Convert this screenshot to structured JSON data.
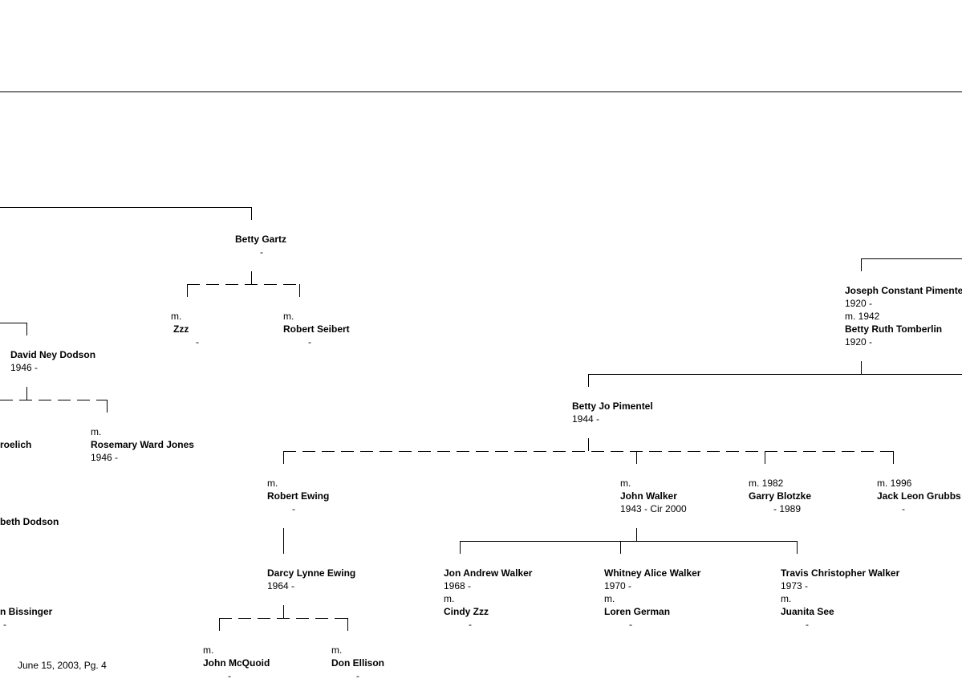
{
  "footer": {
    "date_page": "June 15, 2003, Pg. 4"
  },
  "persons": {
    "betty_gartz": {
      "name": "Betty Gartz",
      "dates": "-"
    },
    "zzz": {
      "marriage": "m.",
      "name": "Zzz",
      "dates": "-"
    },
    "robert_seibert": {
      "marriage": "m.",
      "name": "Robert Seibert",
      "dates": "-"
    },
    "david_ney_dodson": {
      "name": "David Ney Dodson",
      "dates": "1946 -"
    },
    "froelich": {
      "name": "roelich"
    },
    "rosemary": {
      "marriage": "m.",
      "name": "Rosemary Ward Jones",
      "dates": "1946 -"
    },
    "beth_dodson": {
      "name": "beth Dodson"
    },
    "bissinger": {
      "name": "n Bissinger",
      "dates": "-"
    },
    "joseph": {
      "name": "Joseph Constant Pimentel",
      "dates": "1920 -",
      "marriage": "m. 1942"
    },
    "betty_ruth": {
      "name": "Betty Ruth Tomberlin",
      "dates": "1920 -"
    },
    "betty_jo": {
      "name": "Betty Jo Pimentel",
      "dates": "1944 -"
    },
    "robert_ewing": {
      "marriage": "m.",
      "name": "Robert Ewing",
      "dates": "-"
    },
    "john_walker": {
      "marriage": "m.",
      "name": "John Walker",
      "dates": "1943 - Cir 2000"
    },
    "garry": {
      "marriage": "m. 1982",
      "name": "Garry Blotzke",
      "dates": "- 1989"
    },
    "jack": {
      "marriage": "m. 1996",
      "name": "Jack Leon Grubbs",
      "dates": "-"
    },
    "darcy": {
      "name": "Darcy Lynne Ewing",
      "dates": "1964 -"
    },
    "jon_andrew": {
      "name": "Jon Andrew Walker",
      "dates": "1968 -",
      "marriage": "m."
    },
    "cindy": {
      "name": "Cindy Zzz",
      "dates": "-"
    },
    "whitney": {
      "name": "Whitney Alice Walker",
      "dates": "1970 -",
      "marriage": "m."
    },
    "loren": {
      "name": "Loren German",
      "dates": "-"
    },
    "travis": {
      "name": "Travis Christopher Walker",
      "dates": "1973 -",
      "marriage": "m."
    },
    "juanita": {
      "name": "Juanita See",
      "dates": "-"
    },
    "john_mcquoid": {
      "marriage": "m.",
      "name": "John McQuoid",
      "dates": "-"
    },
    "don_ellison": {
      "marriage": "m.",
      "name": "Don Ellison",
      "dates": "-"
    }
  }
}
